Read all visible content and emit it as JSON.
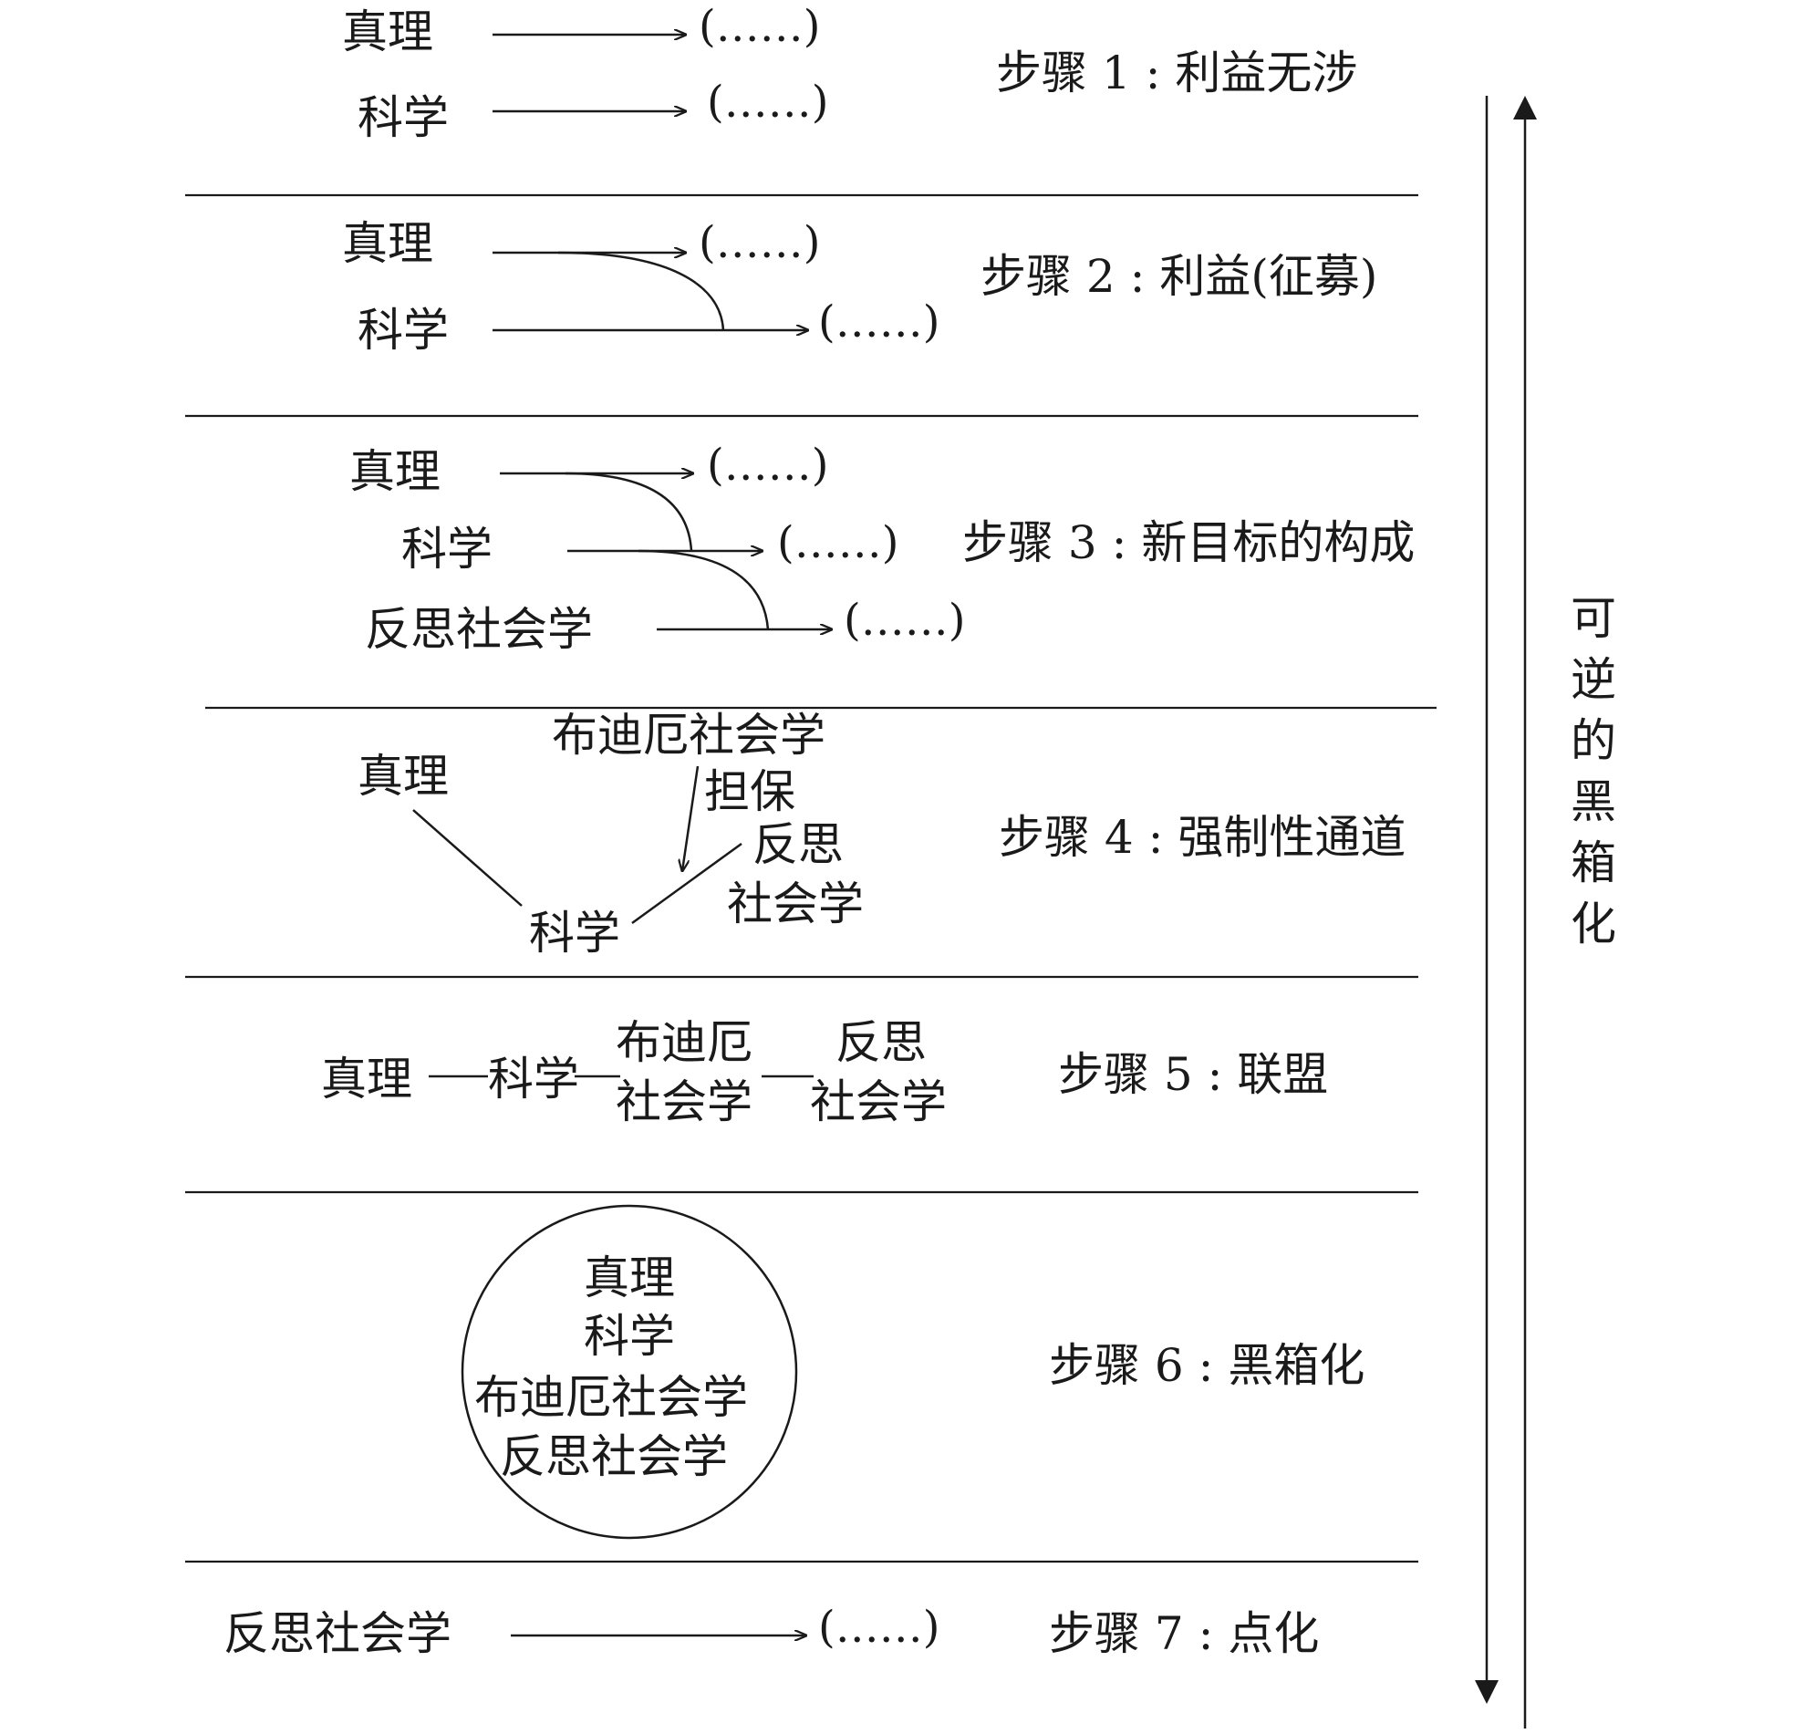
{
  "ellipsis": "(……)",
  "labels": {
    "truth": "真理",
    "science": "科学",
    "reflexive_sociology": "反思社会学",
    "bourdieu_sociology": "布迪厄社会学",
    "guarantee": "担保",
    "fan_si": "反思",
    "she_hui_xue": "社会学",
    "bu_di_e": "布迪厄"
  },
  "steps": [
    "步骤 1 : 利益无涉",
    "步骤 2 : 利益(征募)",
    "步骤 3 : 新目标的构成",
    "步骤 4 : 强制性通道",
    "步骤 5 : 联盟",
    "步骤 6 : 黑箱化",
    "步骤 7 : 点化"
  ],
  "side_label": [
    "可",
    "逆",
    "的",
    "黑",
    "箱",
    "化"
  ]
}
